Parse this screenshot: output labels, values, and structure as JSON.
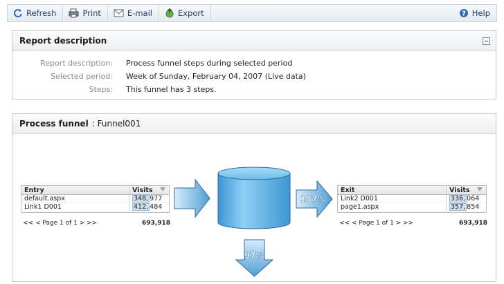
{
  "toolbar": {
    "refresh": "Refresh",
    "print": "Print",
    "email": "E-mail",
    "export": "Export",
    "help": "Help"
  },
  "report": {
    "header": "Report description",
    "rows": [
      {
        "label": "Report description:",
        "value": "Process funnel steps during selected period"
      },
      {
        "label": "Selected period:",
        "value": "Week of Sunday, February 04, 2007 (Live data)"
      },
      {
        "label": "Steps:",
        "value": "This funnel has 3 steps."
      }
    ]
  },
  "funnel": {
    "header": "Process funnel",
    "name": ": Funnel001",
    "entry": {
      "col1": "Entry",
      "col2": "Visits",
      "rows": [
        {
          "name": "default.aspx",
          "hl": "348,",
          "rest": "977"
        },
        {
          "name": "Link1 D001",
          "hl": "412,",
          "rest": "484"
        }
      ],
      "pager": "<< <  Page 1 of 1  > >>",
      "total": "693,918"
    },
    "exit": {
      "col1": "Exit",
      "col2": "Visits",
      "rows": [
        {
          "name": "Link2 D001",
          "hl": "336,",
          "rest": "064"
        },
        {
          "name": "page1.aspx",
          "hl": "357,",
          "rest": "854"
        }
      ],
      "pager": "<< <  Page 1 of 1  > >>",
      "total": "693,918"
    },
    "right_pct": "187%",
    "down_pct": "97%"
  },
  "colors": {
    "arrow_light": "#c8e3f5",
    "arrow_dark": "#4f9fd4",
    "cylinder": "#5bb0e6",
    "toolbar_text": "#1f3f6a"
  }
}
